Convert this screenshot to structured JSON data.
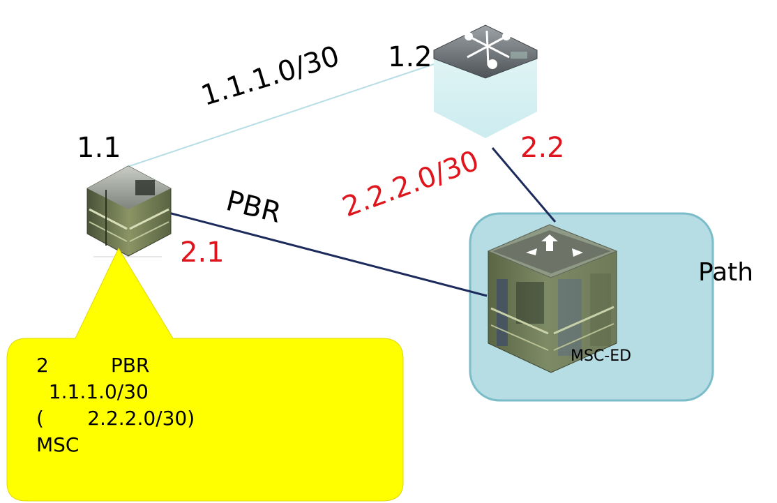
{
  "colors": {
    "accent_red": "#e0141c",
    "link_dark": "#1c2a5c",
    "link_light": "#b7dde5",
    "path_box_fill": "#b6dde4",
    "path_box_border": "#7bbcc9",
    "callout_fill": "#ffff00"
  },
  "icons": {
    "router_11": "router-icon",
    "router_12": "switch-icon",
    "msc_ed": "msc-ed-device-icon"
  },
  "nodes": {
    "router_11": {
      "label": "1.1",
      "port_label": "2.1"
    },
    "router_12": {
      "label": "1.2",
      "port_label": "2.2"
    },
    "msc_ed": {
      "label": "MSC-ED"
    }
  },
  "links": {
    "net1": "1.1.1.0/30",
    "net2": "2.2.2.0/30",
    "pbr": "PBR"
  },
  "path_box": {
    "label": "Path"
  },
  "callout": {
    "lines": [
      "2          PBR",
      "  1.1.1.0/30",
      "(       2.2.2.0/30)",
      "MSC"
    ]
  }
}
